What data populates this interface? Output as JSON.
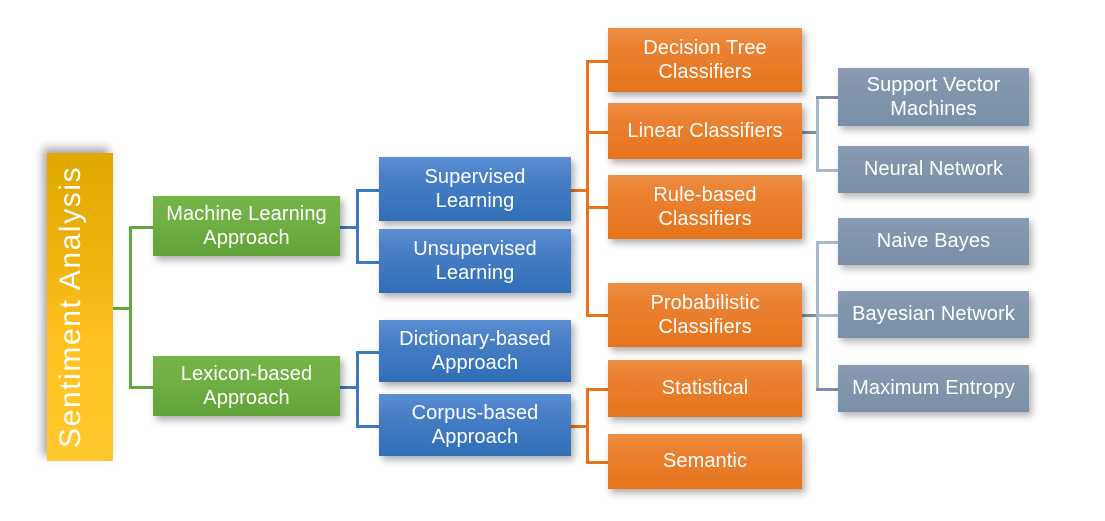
{
  "diagram": {
    "title": "Sentiment Analysis",
    "type": "hierarchy-tree",
    "colors": {
      "root": "#FFC21F",
      "level1": "#6FAF44",
      "level2": "#3D7BC0",
      "level3": "#E5741C",
      "level4": "#8295AD",
      "background": "#FFFFFF"
    },
    "root": {
      "label": "Sentiment Analysis"
    },
    "level1": [
      {
        "id": "ml",
        "label": "Machine Learning Approach"
      },
      {
        "id": "lexicon",
        "label": "Lexicon-based Approach"
      }
    ],
    "level2": [
      {
        "id": "supervised",
        "label": "Supervised Learning",
        "parent": "ml"
      },
      {
        "id": "unsupervised",
        "label": "Unsupervised Learning",
        "parent": "ml"
      },
      {
        "id": "dictionary",
        "label": "Dictionary-based Approach",
        "parent": "lexicon"
      },
      {
        "id": "corpus",
        "label": "Corpus-based Approach",
        "parent": "lexicon"
      }
    ],
    "level3": [
      {
        "id": "decision-tree",
        "label": "Decision Tree Classifiers",
        "parent": "supervised"
      },
      {
        "id": "linear",
        "label": "Linear Classifiers",
        "parent": "supervised"
      },
      {
        "id": "rule-based",
        "label": "Rule-based Classifiers",
        "parent": "supervised"
      },
      {
        "id": "probabilistic",
        "label": "Probabilistic Classifiers",
        "parent": "supervised"
      },
      {
        "id": "statistical",
        "label": "Statistical",
        "parent": "corpus"
      },
      {
        "id": "semantic",
        "label": "Semantic",
        "parent": "corpus"
      }
    ],
    "level4": [
      {
        "id": "svm",
        "label": "Support Vector Machines",
        "parent": "linear"
      },
      {
        "id": "neural-network",
        "label": "Neural Network",
        "parent": "linear"
      },
      {
        "id": "naive-bayes",
        "label": "Naive Bayes",
        "parent": "probabilistic"
      },
      {
        "id": "bayesian",
        "label": "Bayesian Network",
        "parent": "probabilistic"
      },
      {
        "id": "max-entropy",
        "label": "Maximum Entropy",
        "parent": "probabilistic"
      }
    ]
  }
}
